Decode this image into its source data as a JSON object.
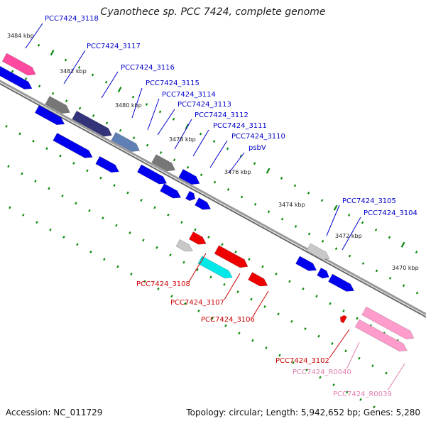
{
  "title": "Cyanothece sp. PCC 7424, complete genome",
  "footer": {
    "accession": "Accession: NC_011729",
    "summary": "Topology: circular; Length: 5,942,652 bp; Genes: 5,280"
  },
  "colors": {
    "backbone": "#8a8a8a",
    "tick": "#0a8a0a",
    "forward_label": "#0000cc",
    "reverse_label": "#cc0000",
    "rna_label": "#e080b0",
    "blue": "#0000ee",
    "gray": "#777777",
    "lightgray": "#c8c8c8",
    "red": "#ee0000",
    "cyan": "#00e8e8",
    "pink": "#ff4aa0",
    "lightpink": "#ff9ccc",
    "slate": "#5f7fb5",
    "navy": "#33337a"
  },
  "kbp_labels": [
    "3484 kbp",
    "3482 kbp",
    "3480 kbp",
    "3478 kbp",
    "3476 kbp",
    "3474 kbp",
    "3472 kbp",
    "3470 kbp"
  ],
  "gene_labels": [
    "PCC7424_3118",
    "PCC7424_3117",
    "PCC7424_3116",
    "PCC7424_3115",
    "PCC7424_3114",
    "PCC7424_3113",
    "PCC7424_3112",
    "PCC7424_3111",
    "PCC7424_3110",
    "psbV",
    "PCC7424_3105",
    "PCC7424_3104",
    "PCC7424_3108",
    "PCC7424_3107",
    "PCC7424_3106",
    "PCC7424_3102",
    "PCC7424_R0040",
    "PCC7424_R0039"
  ]
}
